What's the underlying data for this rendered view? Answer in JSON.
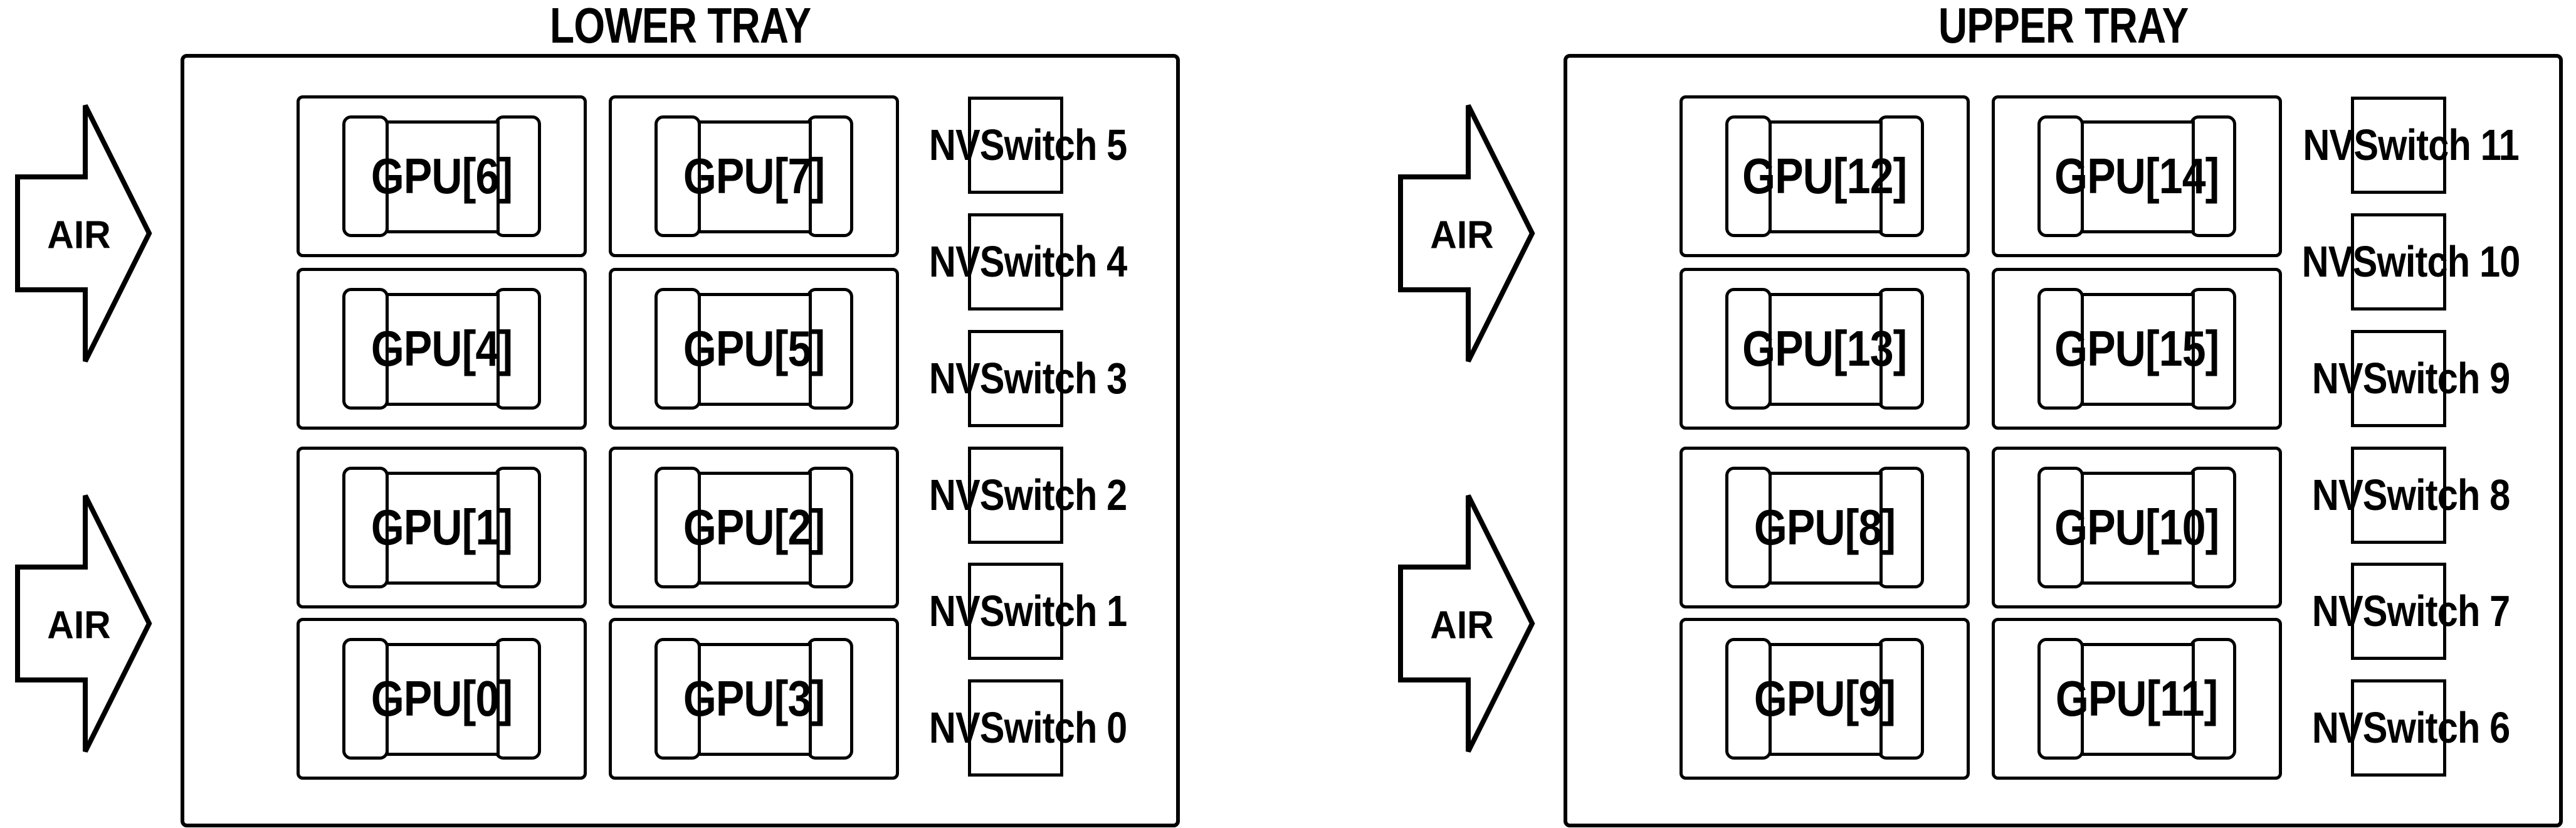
{
  "colors": {
    "line": "#000000",
    "background": "#ffffff"
  },
  "trays": [
    {
      "title": "LOWER TRAY",
      "air": [
        "AIR",
        "AIR"
      ],
      "gpus": [
        "GPU[6]",
        "GPU[7]",
        "GPU[4]",
        "GPU[5]",
        "GPU[1]",
        "GPU[2]",
        "GPU[0]",
        "GPU[3]"
      ],
      "nvswitches": [
        "NVSwitch 5",
        "NVSwitch 4",
        "NVSwitch 3",
        "NVSwitch 2",
        "NVSwitch 1",
        "NVSwitch 0"
      ]
    },
    {
      "title": "UPPER TRAY",
      "air": [
        "AIR",
        "AIR"
      ],
      "gpus": [
        "GPU[12]",
        "GPU[14]",
        "GPU[13]",
        "GPU[15]",
        "GPU[8]",
        "GPU[10]",
        "GPU[9]",
        "GPU[11]"
      ],
      "nvswitches": [
        "NVSwitch 11",
        "NVSwitch 10",
        "NVSwitch 9",
        "NVSwitch 8",
        "NVSwitch 7",
        "NVSwitch 6"
      ]
    }
  ]
}
